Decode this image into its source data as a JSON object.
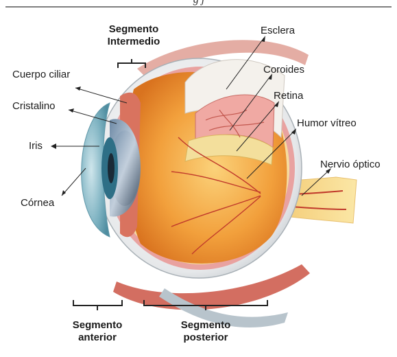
{
  "header": {
    "text": "g j"
  },
  "labels": {
    "segmento_intermedio": [
      "Segmento",
      "Intermedio"
    ],
    "segmento_anterior": [
      "Segmento",
      "anterior"
    ],
    "segmento_posterior": [
      "Segmento",
      "posterior"
    ],
    "cuerpo_ciliar": "Cuerpo ciliar",
    "cristalino": "Cristalino",
    "iris": "Iris",
    "cornea": "Córnea",
    "esclera": "Esclera",
    "coroides": "Coroides",
    "retina": "Retina",
    "humor_vitreo": "Humor vítreo",
    "nervio_optico": "Nervio óptico"
  }
}
